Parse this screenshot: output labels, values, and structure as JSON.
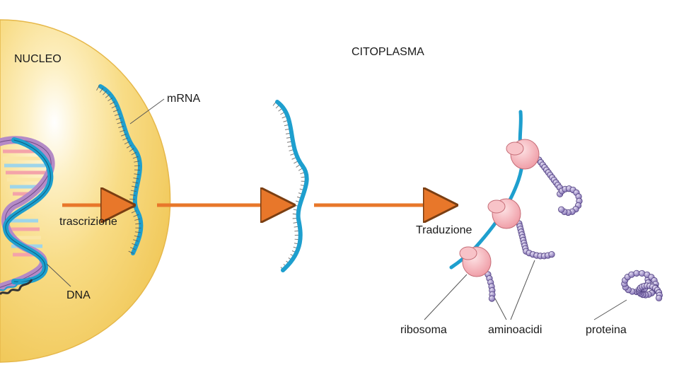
{
  "labels": {
    "nucleus": "NUCLEO",
    "cytoplasm": "CITOPLASMA",
    "mrna": "mRNA",
    "transcription": "trascrizione",
    "dna": "DNA",
    "translation": "Traduzione",
    "ribosome": "ribosoma",
    "amino_acids": "aminoacidi",
    "protein": "proteina"
  },
  "colors": {
    "nucleus_fill": "#f6d774",
    "mrna_strand": "#1e9fce",
    "arrow": "#e8772a",
    "ribosome": "#f2a7ae",
    "amino_acid": "#9a88c2",
    "dna_backbone": "#b48ac6",
    "dna_backbone_2": "#1e9fce"
  }
}
